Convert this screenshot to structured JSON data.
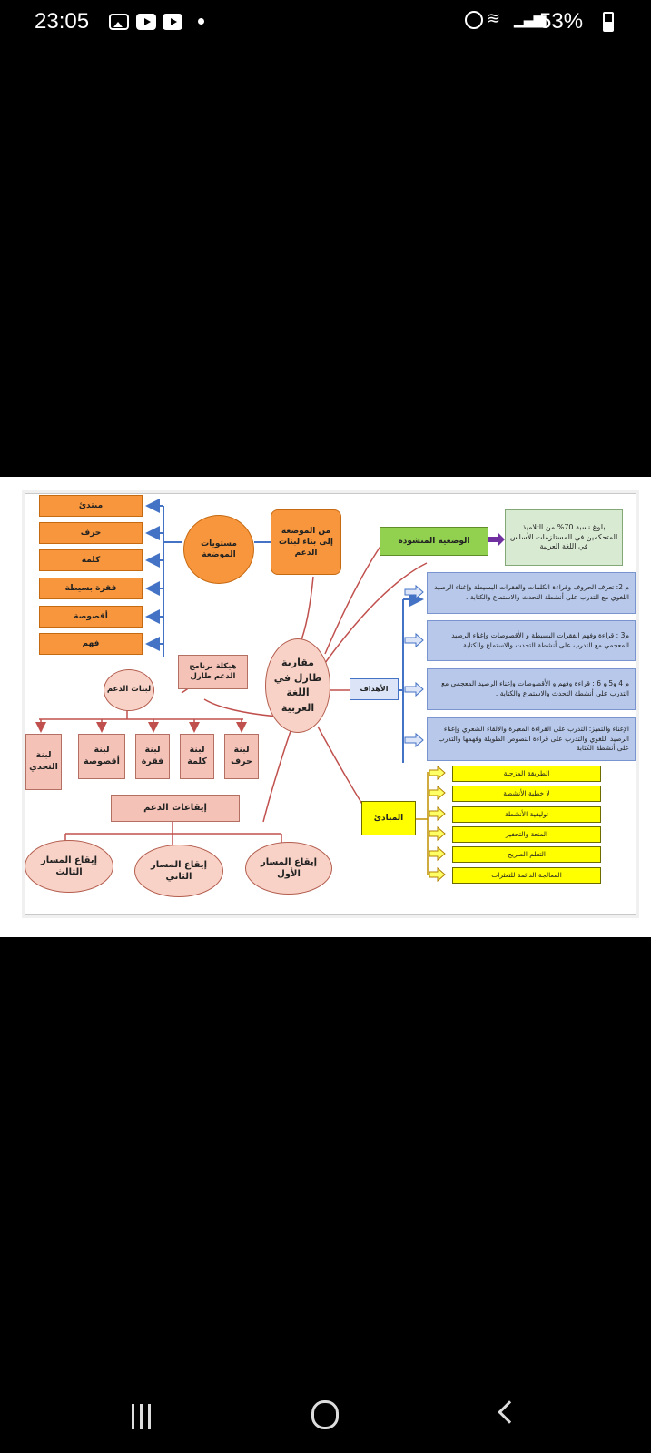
{
  "status_bar": {
    "time": "23:05",
    "battery": "53%",
    "notification_icons": [
      "gallery-icon",
      "youtube-icon",
      "youtube-icon",
      "dot-icon"
    ],
    "system_icons": [
      "alarm-icon",
      "wifi-icon",
      "signal-icon",
      "battery-icon"
    ]
  },
  "diagram": {
    "center": [
      "مقاربة",
      "طارل في",
      "اللغة",
      "العربية"
    ],
    "from_situation": "من الموضعة إلى بناء لبنات الدعم",
    "situation_levels": "مستويات الموضعة",
    "levels": [
      "مبتدئ",
      "حرف",
      "كلمة",
      "فقرة بسيطة",
      "أقصوصة",
      "فهم"
    ],
    "program_structure": "هيكلة برنامج الدعم طارل",
    "support_blocks": "لبنات الدعم",
    "blocks": [
      "لبنة حرف",
      "لبنة كلمة",
      "لبنة فقرة",
      "لبنة أقصوصة",
      "لبنة التحدي"
    ],
    "rhythms_title": "إيقاعات الدعم",
    "rhythms": [
      "إيقاع المسار الأول",
      "إيقاع المسار الثاني",
      "إيقاع المسار الثالث"
    ],
    "target_situation": "الوضعية المنشودة",
    "target_text": "بلوغ نسبة 70% من التلاميذ المتحكمين في المستلزمات الأساس في اللغة العربية",
    "goals_title": "الأهداف",
    "goals": [
      "م 2: تعرف الحروف وقراءة الكلمات والفقرات البسيطة وإغناء الرصيد اللغوي مع التدرب على أنشطة التحدث والاستماع والكتابة .",
      "م3 : قراءة وفهم الفقرات البسيطة و الأقصوصات وإغناء الرصيد المعجمي مع التدرب على أنشطة التحدث والاستماع والكتابة .",
      "م 4 و5 و 6 : قراءة وفهم و الأقصوصات وإغناء الرصيد المعجمي مع التدرب على أنشطة التحدث والاستماع والكتابة .",
      "الإغناء والتميز: التدرب على القراءة المعبرة والإلقاء الشعري وإغناء الرصيد اللغوي والتدرب على قراءة النصوص الطويلة وفهمها والتدرب على أنشطة الكتابة"
    ],
    "principles_title": "المبادئ",
    "principles": [
      "الطريقة المزجية",
      "لا خطية الأنشطة",
      "توليفية الأنشطة",
      "المتعة والتحفيز",
      "التعلم الصريح",
      "المعالجة الدائمة للتعثرات"
    ]
  },
  "colors": {
    "orange": "#f7963c",
    "rose": "#f5c2b7",
    "blue_box": "#b7c8eb",
    "arrow_blue": "#4472c4",
    "yellow": "#ffff00",
    "green": "#92d050",
    "connector": "#c0504d"
  }
}
